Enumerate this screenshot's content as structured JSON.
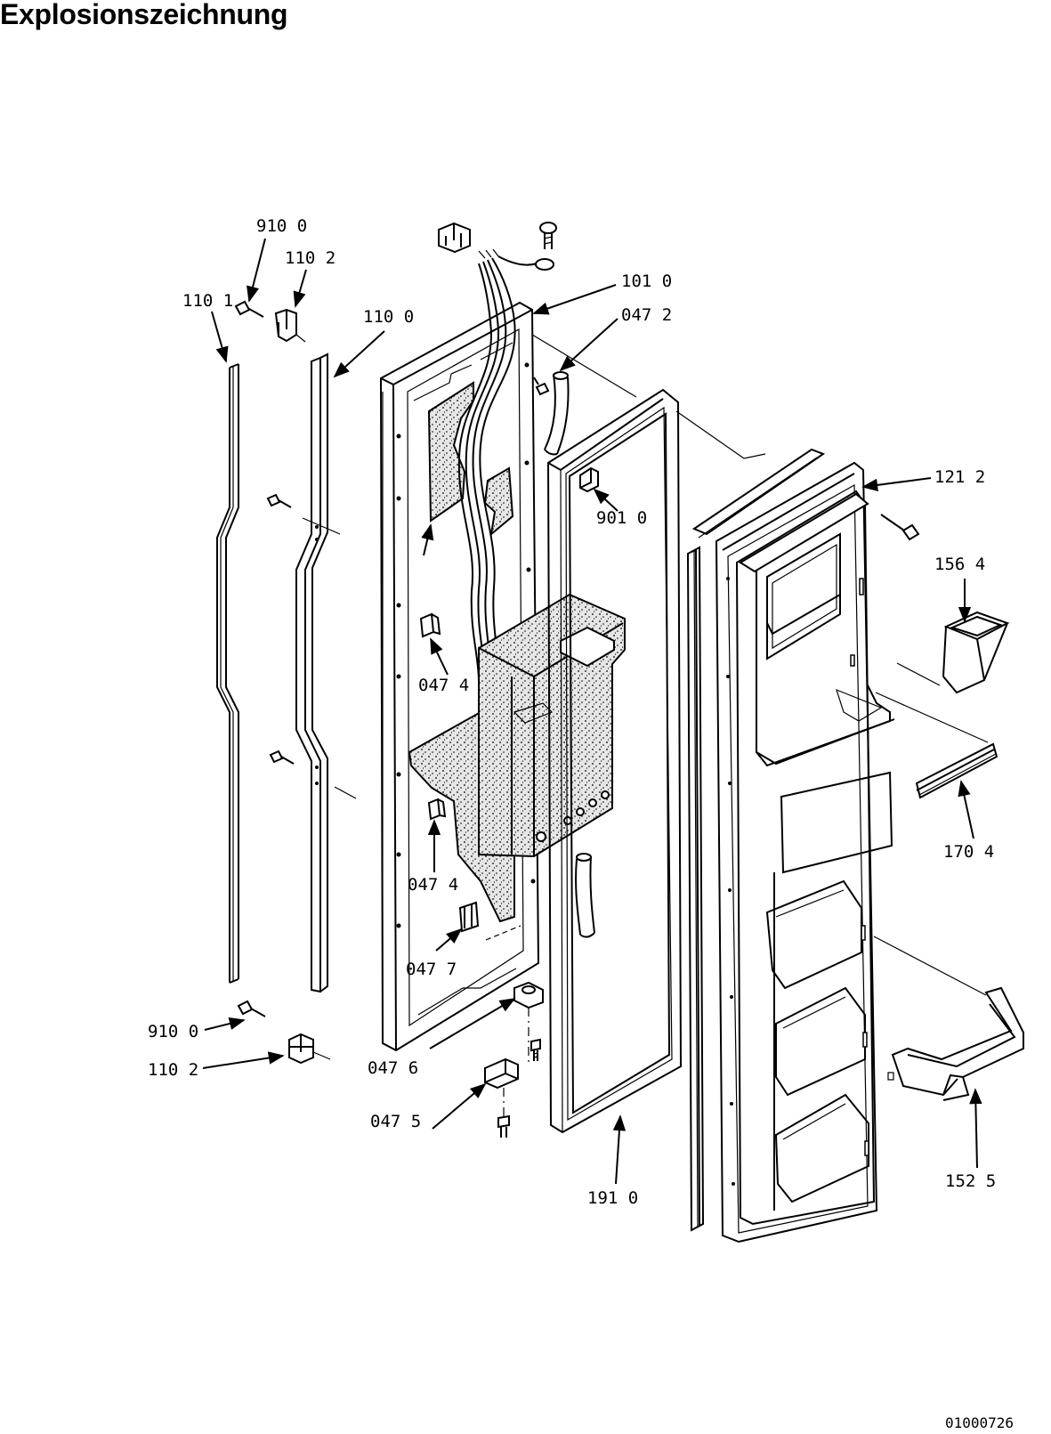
{
  "title": "Explosionszeichnung",
  "drawing_code": "01000726",
  "part_labels": {
    "p910_0_top": "910 0",
    "p110_2_top": "110 2",
    "p110_1": "110 1",
    "p110_0": "110 0",
    "p101_0": "101 0",
    "p047_2": "047 2",
    "p121_2": "121 2",
    "p901_0": "901 0",
    "p156_4": "156 4",
    "p047_4_a": "047 4",
    "p047_4_b": "047 4",
    "p047_7": "047 7",
    "p170_4": "170 4",
    "p910_0_bottom": "910 0",
    "p110_2_bottom": "110 2",
    "p047_6": "047 6",
    "p047_5": "047 5",
    "p191_0": "191 0",
    "p152_5": "152 5"
  }
}
